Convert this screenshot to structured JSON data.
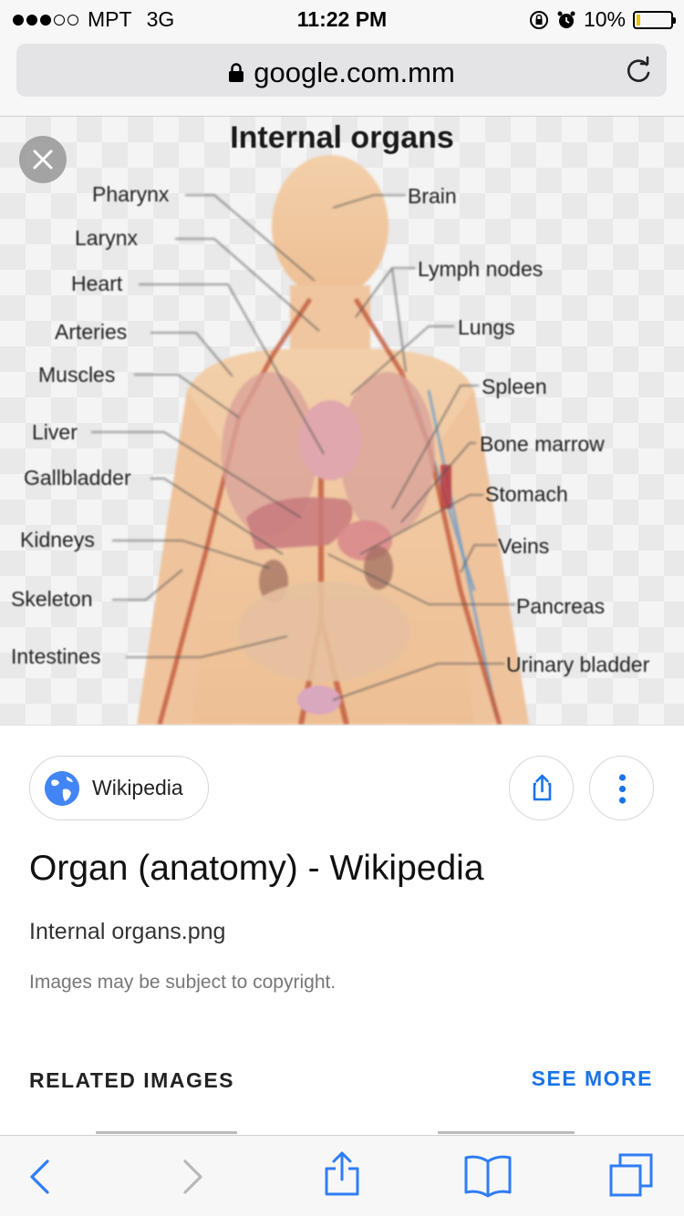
{
  "status_bar": {
    "carrier": "MPT",
    "network": "3G",
    "time": "11:22 PM",
    "battery": "10%",
    "battery_level": 0.1
  },
  "url_bar": {
    "url": "google.com.mm"
  },
  "image": {
    "title": "Internal organs",
    "labels_left": [
      "Pharynx",
      "Larynx",
      "Heart",
      "Arteries",
      "Muscles",
      "Liver",
      "Gallbladder",
      "Kidneys",
      "Skeleton",
      "Intestines"
    ],
    "labels_right": [
      "Brain",
      "Lymph nodes",
      "Lungs",
      "Spleen",
      "Bone marrow",
      "Stomach",
      "Veins",
      "Pancreas",
      "Urinary bladder"
    ]
  },
  "info": {
    "source": "Wikipedia",
    "title": "Organ (anatomy) - Wikipedia",
    "file_name": "Internal organs.png",
    "copyright": "Images may be subject to copyright.",
    "related_heading": "RELATED IMAGES",
    "see_more": "SEE MORE"
  },
  "colors": {
    "accent": "#1a73e8",
    "toolbar_blue": "#2f7df6"
  },
  "icons": {
    "close": "close-icon",
    "lock": "lock-icon",
    "reload": "reload-icon",
    "share": "share-icon",
    "more": "more-vertical-icon",
    "back": "back-icon",
    "forward": "forward-icon",
    "bookmarks": "bookmarks-icon",
    "tabs": "tabs-icon"
  }
}
